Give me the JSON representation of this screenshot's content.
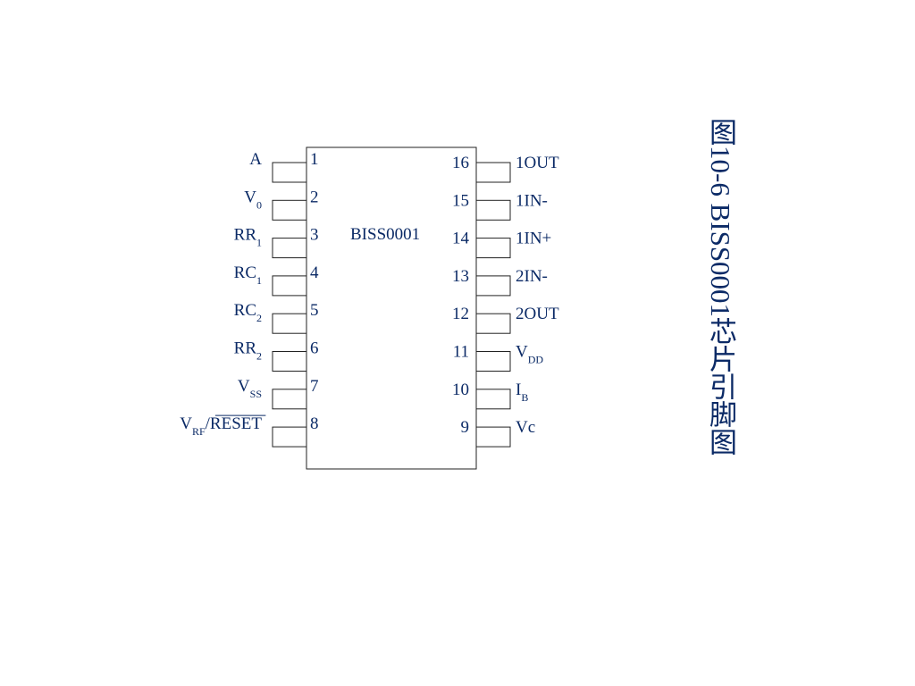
{
  "chip": {
    "name": "BISS0001",
    "left_pins": [
      {
        "number": "1",
        "label": "A",
        "sub": ""
      },
      {
        "number": "2",
        "label": "V",
        "sub": "0"
      },
      {
        "number": "3",
        "label": "RR",
        "sub": "1"
      },
      {
        "number": "4",
        "label": "RC",
        "sub": "1"
      },
      {
        "number": "5",
        "label": "RC",
        "sub": "2"
      },
      {
        "number": "6",
        "label": "RR",
        "sub": "2"
      },
      {
        "number": "7",
        "label": "V",
        "sub": "SS"
      },
      {
        "number": "8",
        "label": "V",
        "sub": "RF",
        "suffix": "/RESET"
      }
    ],
    "right_pins": [
      {
        "number": "16",
        "label": "1OUT",
        "sub": ""
      },
      {
        "number": "15",
        "label": "1IN-",
        "sub": ""
      },
      {
        "number": "14",
        "label": "1IN+",
        "sub": ""
      },
      {
        "number": "13",
        "label": "2IN-",
        "sub": ""
      },
      {
        "number": "12",
        "label": "2OUT",
        "sub": ""
      },
      {
        "number": "11",
        "label": "V",
        "sub": "DD"
      },
      {
        "number": "10",
        "label": "I",
        "sub": "B"
      },
      {
        "number": "9",
        "label": "Vc",
        "sub": ""
      }
    ]
  },
  "caption": "图10-6  BISS0001芯片引脚图",
  "colors": {
    "text": "#0b2a66",
    "outline": "#222222",
    "background": "#ffffff"
  }
}
